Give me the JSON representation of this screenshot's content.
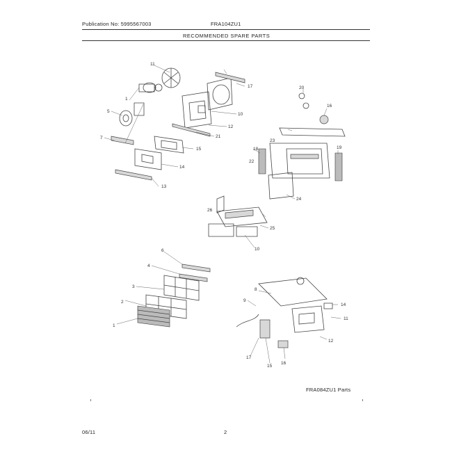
{
  "header": {
    "publication_label": "Publication No: 5995567003",
    "model": "FRA104ZU1",
    "section_title": "RECOMMENDED SPARE PARTS"
  },
  "diagram": {
    "caption": "FRA084ZU1 Parts",
    "callouts": {
      "fan": "1",
      "a2": "2",
      "a3": "3",
      "a4": "4",
      "a5": "5",
      "a6": "6",
      "a7": "7",
      "a8": "8",
      "a9": "9",
      "a10": "10",
      "a11": "11",
      "a12": "12",
      "a13": "13",
      "a14": "14",
      "a15": "15",
      "a16": "16",
      "a17": "17",
      "a18": "18",
      "a19": "19",
      "a20": "20",
      "a21": "21",
      "a22": "22",
      "a23": "23",
      "a24": "24",
      "a25": "25",
      "a26": "26"
    }
  },
  "footer": {
    "date": "06/11",
    "page": "2"
  }
}
